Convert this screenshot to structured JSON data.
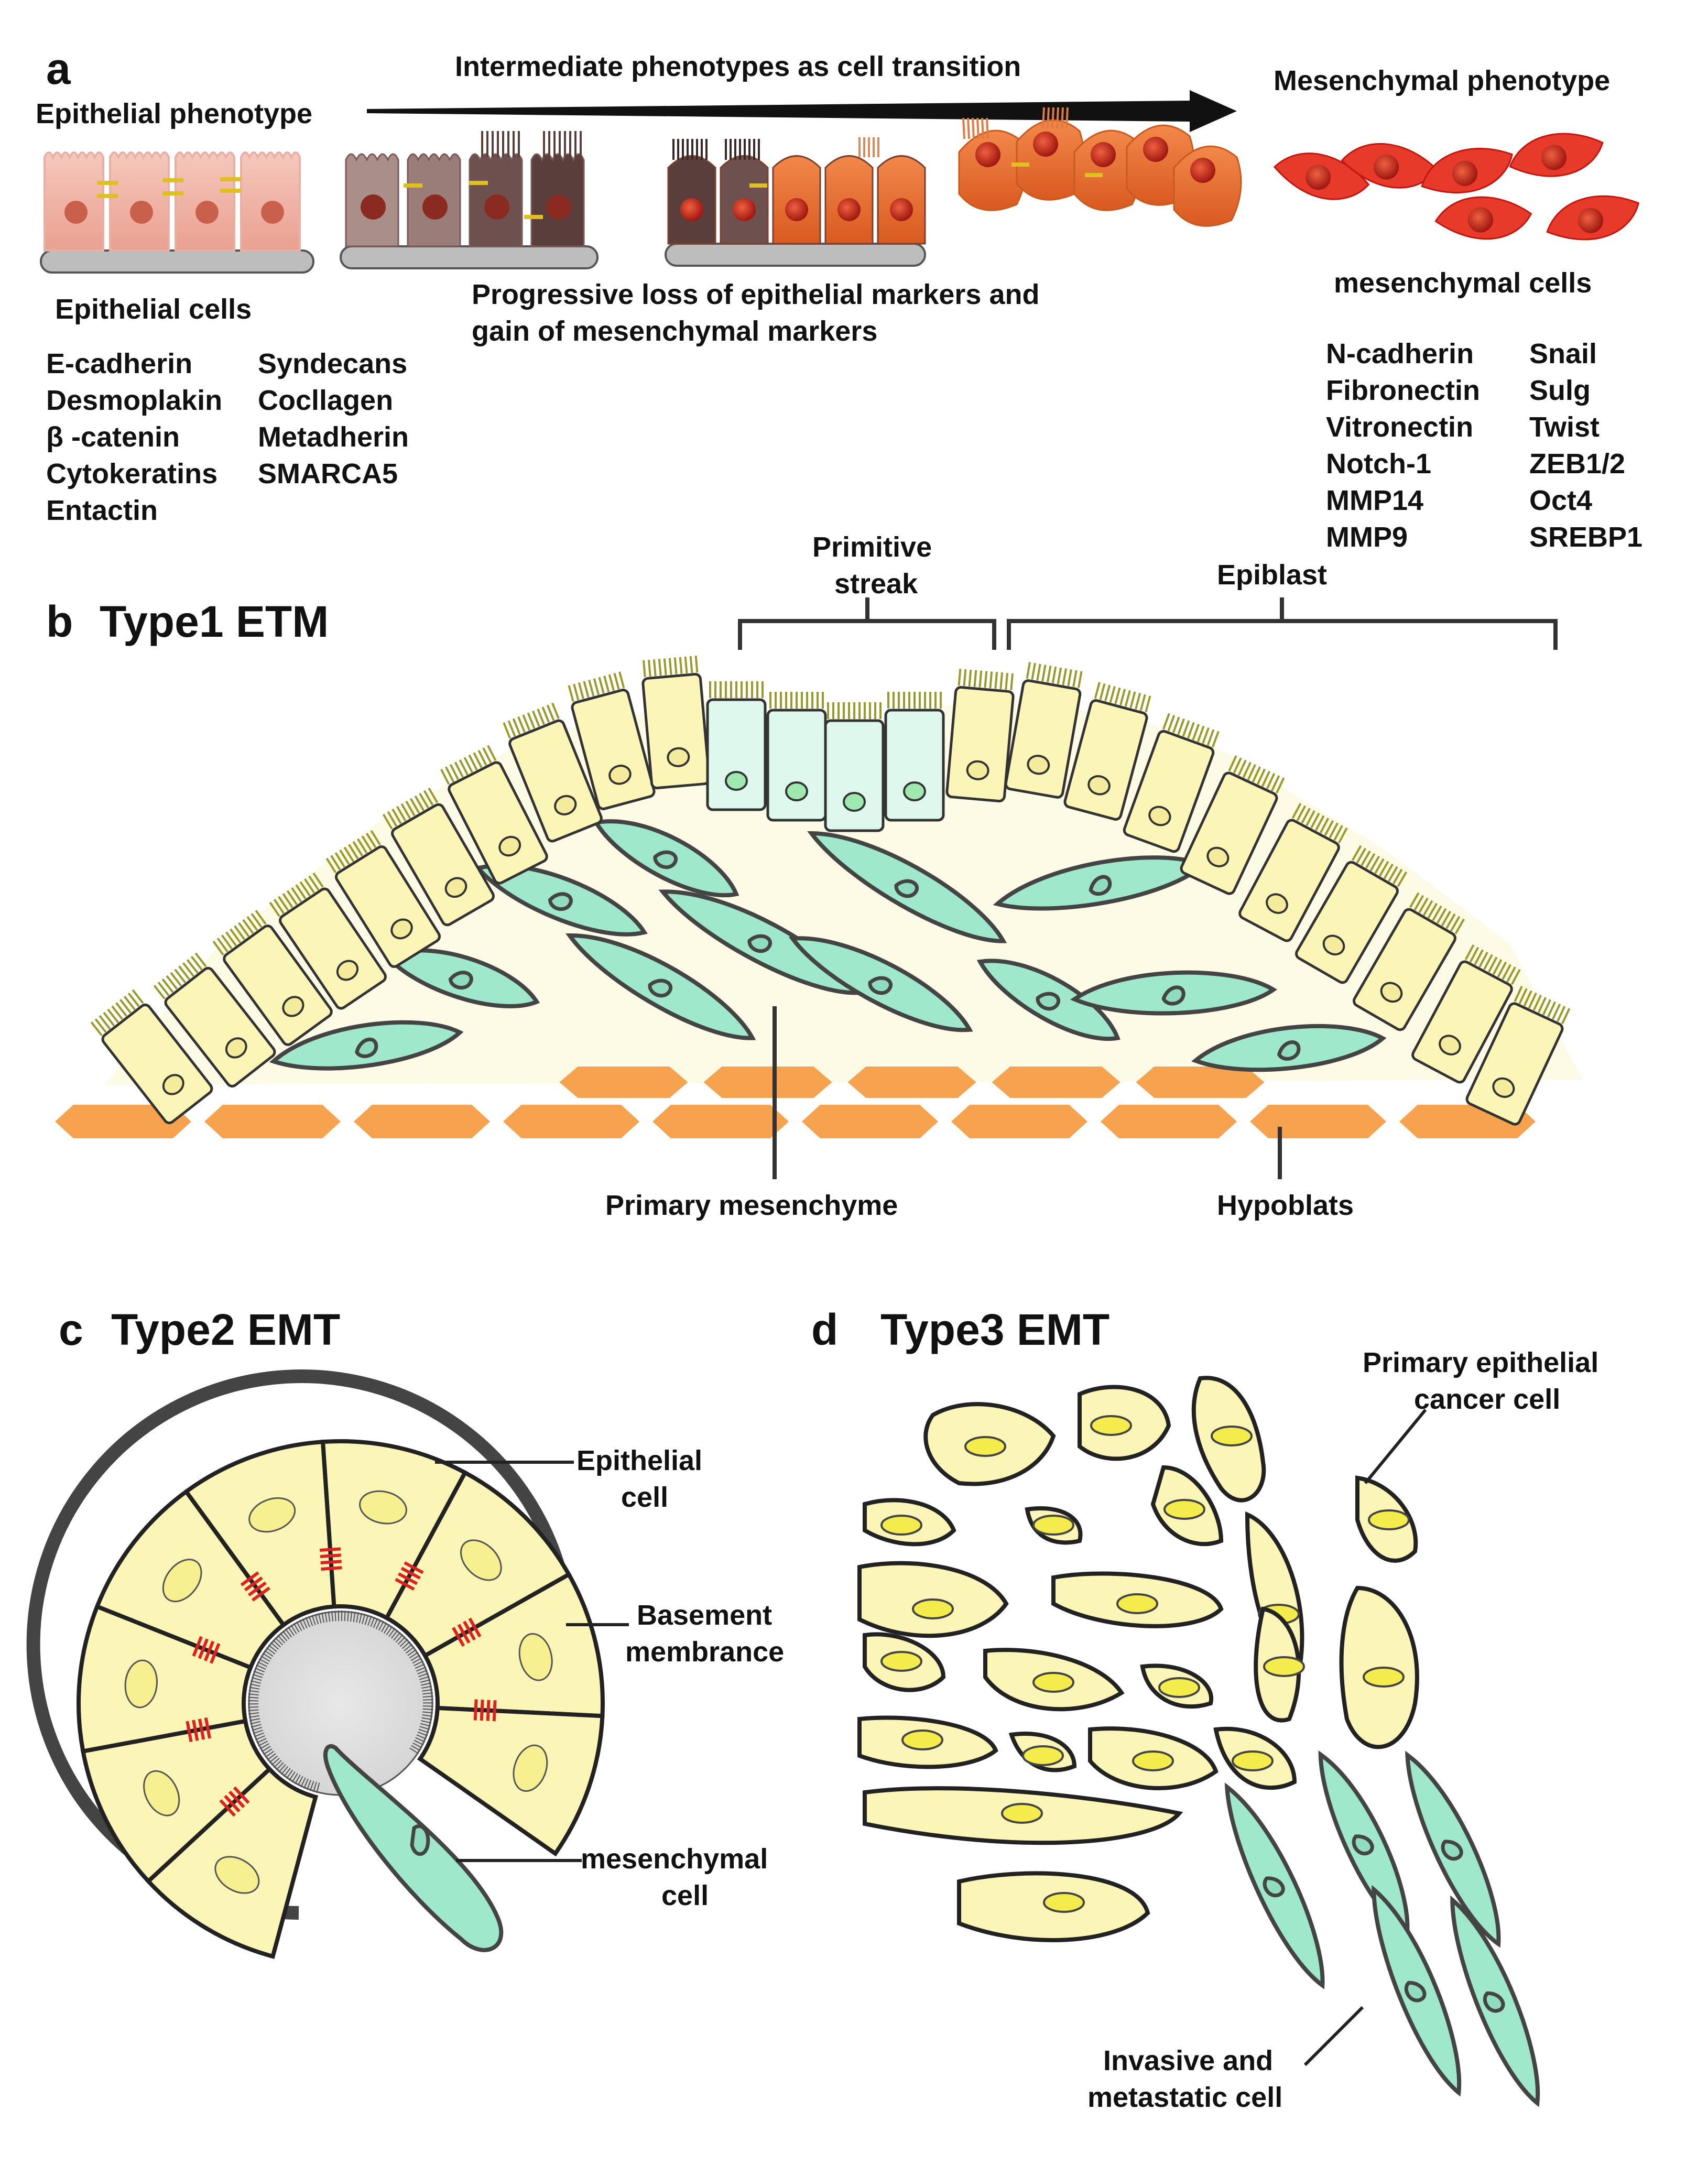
{
  "panel_a": {
    "letter": "a",
    "epithelial_phenotype": "Epithelial phenotype",
    "transition": "Intermediate phenotypes as cell transition",
    "mesenchymal_phenotype": "Mesenchymal phenotype",
    "epithelial_cells": "Epithelial cells",
    "progressive_line1": "Progressive loss of epithelial markers and",
    "progressive_line2": "gain of mesenchymal markers",
    "mesenchymal_cells": "mesenchymal cells",
    "epithelial_markers_col1": [
      "E-cadherin",
      "Desmoplakin",
      "β -catenin",
      "Cytokeratins",
      "Entactin"
    ],
    "epithelial_markers_col2": [
      "Syndecans",
      "Cocllagen",
      "Metadherin",
      "SMARCA5"
    ],
    "mesenchymal_markers_col1": [
      "N-cadherin",
      "Fibronectin",
      "Vitronectin",
      "Notch-1",
      "MMP14",
      "MMP9"
    ],
    "mesenchymal_markers_col2": [
      "Snail",
      "Sulg",
      "Twist",
      "ZEB1/2",
      "Oct4",
      "SREBP1"
    ]
  },
  "panel_b": {
    "letter": "b",
    "title": "Type1 ETM",
    "primitive_line1": "Primitive",
    "primitive_line2": "streak",
    "epiblast": "Epiblast",
    "primary_mesenchyme": "Primary mesenchyme",
    "hypoblats": "Hypoblats"
  },
  "panel_c": {
    "letter": "c",
    "title": "Type2 EMT",
    "epithelial_line1": "Epithelial",
    "epithelial_line2": "cell",
    "basement_line1": "Basement",
    "basement_line2": "membrance",
    "mesenchymal_line1": "mesenchymal",
    "mesenchymal_line2": "cell"
  },
  "panel_d": {
    "letter": "d",
    "title": "Type3 EMT",
    "primary_line1": "Primary epithelial",
    "primary_line2": "cancer cell",
    "invasive_line1": "Invasive and",
    "invasive_line2": "metastatic cell"
  },
  "colors": {
    "epithelial_yellow": "#fbf5b8",
    "mesenchymal_green": "#9fe8cc",
    "hypoblast_orange": "#f6a24e",
    "cilia_olive": "#9a9a2a",
    "junction_red": "#e02020",
    "nucleus_yellow": "#f3ec4c"
  }
}
